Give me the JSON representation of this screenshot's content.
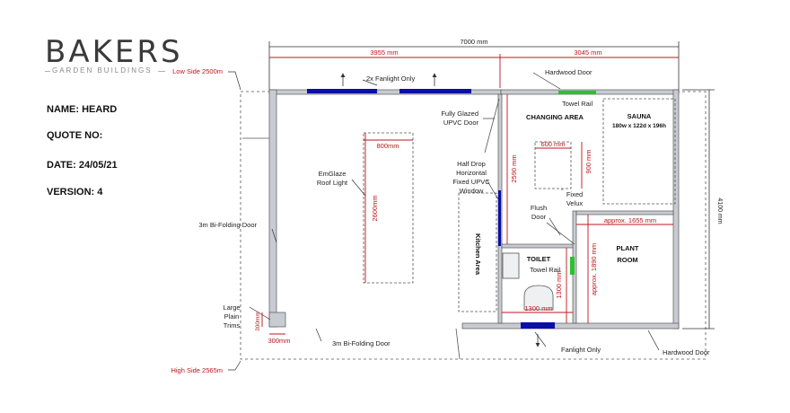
{
  "logo": {
    "name": "BAKERS",
    "tagline": "GARDEN BUILDINGS"
  },
  "details": {
    "name": "NAME: HEARD",
    "quote": "QUOTE NO:",
    "date": "DATE: 24/05/21",
    "version": "VERSION: 4"
  },
  "dimensions": {
    "overall_width": "7000 mm",
    "left_width": "3955 mm",
    "right_width": "3045 mm",
    "overall_depth": "4100 mm",
    "roof_light_width": "800mm",
    "roof_light_length": "2600mm",
    "changing_depth": "2590 mm",
    "velux_width": "600 mm",
    "velux_length": "900 mm",
    "plant_width": "approx. 1655 mm",
    "plant_depth": "approx. 1890 mm",
    "toilet_width": "1300 mm",
    "toilet_depth": "1300 mm",
    "trim_x": "300mm",
    "trim_y": "300mm"
  },
  "labels": {
    "low_side": "Low Side 2500m",
    "high_side": "High Side 2565m",
    "fanlight_top": "2x Fanlight Only",
    "hardwood_top": "Hardwood Door",
    "towel_rail_top": "Towel Rail",
    "changing": "CHANGING AREA",
    "sauna": "SAUNA",
    "sauna_size": "180w x 122d x 196h",
    "glazed_door": [
      "Fully Glazed",
      "UPVC Door"
    ],
    "half_drop": [
      "Half Drop",
      "Horizontal",
      "Fixed UPVC",
      "Window"
    ],
    "emglaze": [
      "EmGlaze",
      "Roof Light"
    ],
    "fixed_velux": [
      "Fixed",
      "Velux"
    ],
    "flush_door": [
      "Flush",
      "Door"
    ],
    "kitchen": "Kitchen Area",
    "toilet": "TOILET",
    "towel_rail_toilet": "Towel Rail",
    "plant": [
      "PLANT",
      "ROOM"
    ],
    "bifold_left": "3m Bi-Folding Door",
    "bifold_bottom": "3m Bi-Folding Door",
    "large_trims": [
      "Large",
      "Plain",
      "Trims"
    ],
    "fanlight_bottom": "Fanlight Only",
    "hardwood_bottom": "Hardwood Door"
  },
  "colors": {
    "dim_red": "#c0141c",
    "window_blue": "#0a0fa8",
    "rail_green": "#2fbf2f",
    "wall_grey": "#c8ccd2",
    "line_dark": "#333333"
  }
}
